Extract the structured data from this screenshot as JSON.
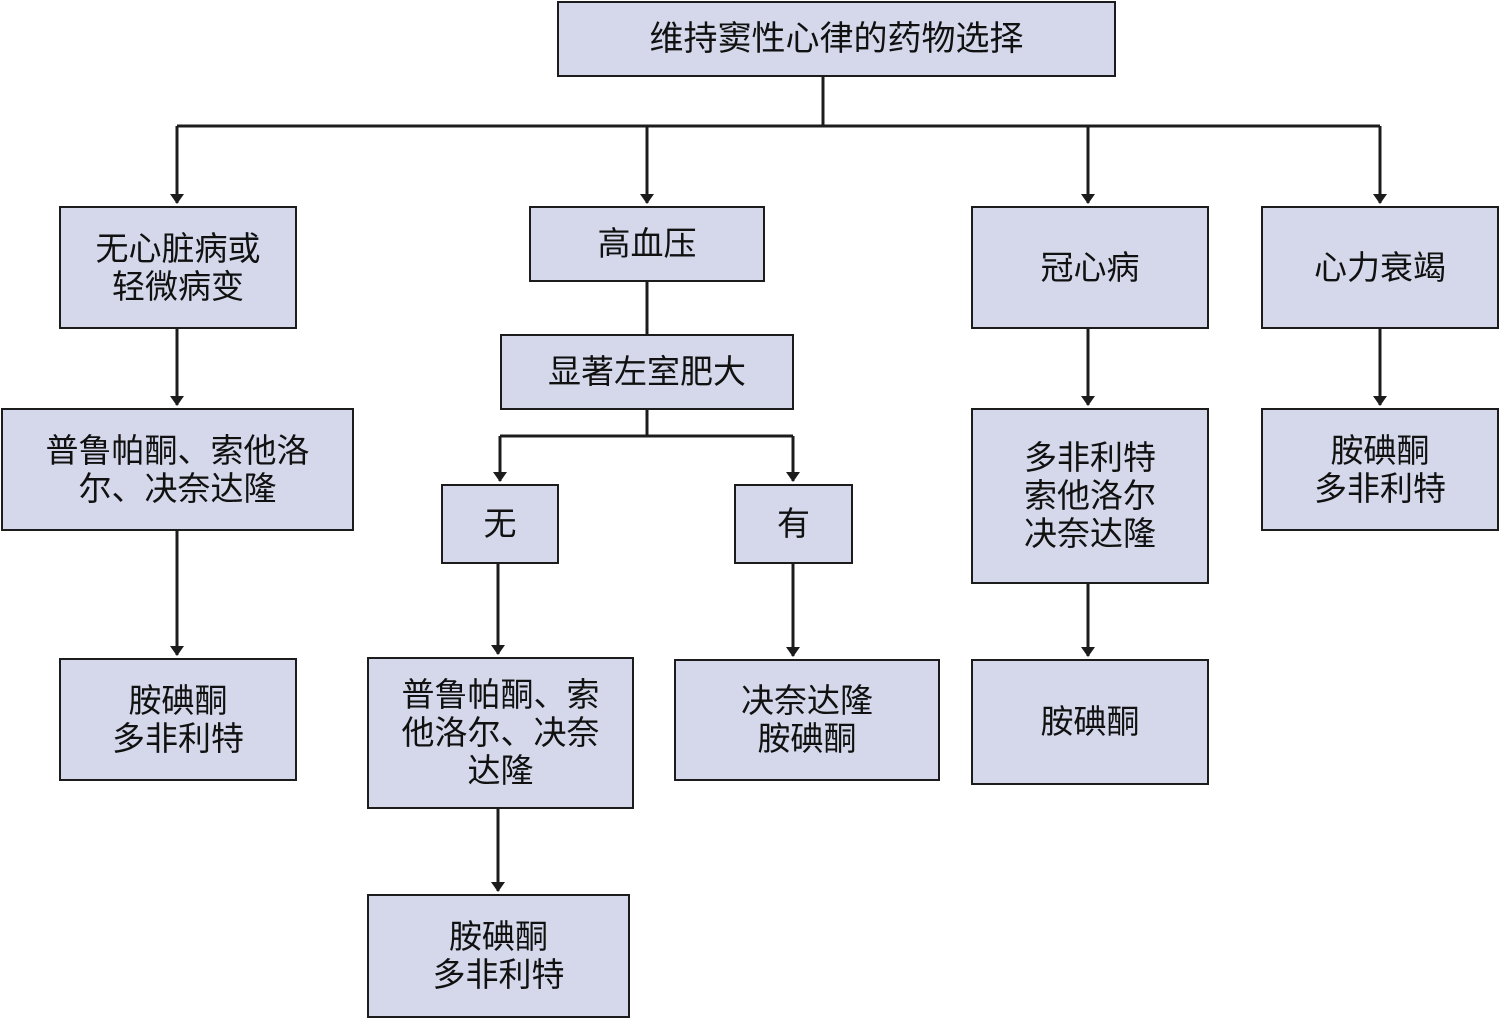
{
  "colors": {
    "box_fill": "#d4d8ea",
    "box_border": "#1c1c1c",
    "line": "#1c1c1c",
    "text": "#111111"
  },
  "diagram": {
    "title": "维持窦性心律的药物选择",
    "branches": [
      {
        "condition": "无心脏病或\n轻微病变",
        "first_line": "普鲁帕酮、索他洛\n尔、决奈达隆",
        "second_line": "胺碘酮\n多非利特"
      },
      {
        "condition": "高血压",
        "sub_condition": "显著左室肥大",
        "options": [
          {
            "answer": "无",
            "first_line": "普鲁帕酮、索\n他洛尔、决奈\n达隆",
            "second_line": "胺碘酮\n多非利特"
          },
          {
            "answer": "有",
            "first_line": "决奈达隆\n胺碘酮"
          }
        ]
      },
      {
        "condition": "冠心病",
        "first_line": "多非利特\n索他洛尔\n决奈达隆",
        "second_line": "胺碘酮"
      },
      {
        "condition": "心力衰竭",
        "first_line": "胺碘酮\n多非利特"
      }
    ]
  }
}
